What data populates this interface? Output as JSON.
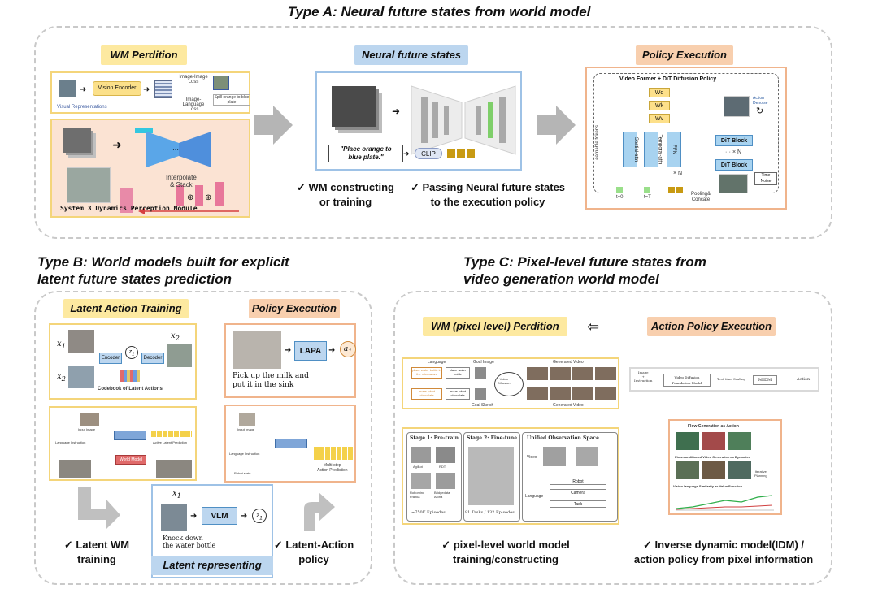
{
  "typeA": {
    "title": "Type A: Neural future states from world model",
    "wm_label": "WM Perdition",
    "nfs_label": "Neural future states",
    "policy_label": "Policy Execution",
    "vision_encoder": "Vision Encoder",
    "visual_repr": "Visual Representations",
    "image_lang_labels": [
      "Image-Image Loss",
      "Image-Language Loss",
      "Spill orange to blue plate"
    ],
    "interp_stack": "Interpolate\n& Stack",
    "system3": "System 3 Dynamics Perception Module",
    "instruction": "\"Place orange to\nblue plate.\"",
    "clip": "CLIP",
    "video_former": "Video Former + DiT Diffusion Policy",
    "learnable_tokens": "Learnable tokens",
    "wq": [
      "Wq",
      "Wk",
      "Wv"
    ],
    "spatial_attn": "Spatial-attn",
    "temporal_attn": "Temporal-attn",
    "ffn": "FFN",
    "xn": "× N",
    "dit_block": "DiT Block",
    "dots_xn": "··· × N",
    "action_denoise": "Action\nDenoise",
    "time_noise": "Time\nNoise",
    "t0": "t=0",
    "tT": "t=T",
    "pooling": "Pooling&\nConcate",
    "note1": "✓ WM constructing\nor training",
    "note2": "✓ Passing Neural future states\nto the execution policy"
  },
  "typeB": {
    "title": "Type B: World models built for explicit\nlatent future states prediction",
    "latent_label": "Latent Action Training",
    "policy_label": "Policy Execution",
    "encoder": "Encoder",
    "decoder": "Decoder",
    "codebook": "Codebook of Latent Actions",
    "x1": "x",
    "x2": "x",
    "z1": "z",
    "lapa": "LAPA",
    "a1": "a",
    "pick_text": "Pick up the milk and\nput it in the sink",
    "input_image": "Input Image",
    "world_model": "World Model",
    "latent_action_pred": "Active Latent Prediction",
    "lang_instruction": "Language Instruction",
    "multi_step": "Multi-step\nAction Prediction",
    "robot_state": "Robot state",
    "vlm": "VLM",
    "knock_text": "Knock down\nthe water bottle",
    "latent_repr": "Latent representing",
    "note1": "✓ Latent WM\ntraining",
    "note2": "✓ Latent-Action\npolicy"
  },
  "typeC": {
    "title": "Type C: Pixel-level future states from\nvideo generation world model",
    "wm_label": "WM (pixel level) Perdition",
    "policy_label": "Action Policy Execution",
    "language": "Language",
    "goal_image": "Goal Image",
    "generated_video": "Generated Video",
    "video_diffusion": "Video\nDiffusion",
    "goal_sketch": "Goal Sketch",
    "prompts": [
      "place water bottle in the microwave",
      "place water bottle",
      "move robot chocolate",
      "move robot chocolate"
    ],
    "image_instruction": "Image\n+\nInstruction",
    "vdfm": "Video Diffusion\nFoundation Model",
    "test_time": "Test-time Scaling",
    "midm": "MIDM",
    "action": "Action",
    "stage1": "Stage 1: Pre-train",
    "stage2": "Stage 2: Fine-tune",
    "unified": "Unified Observation Space",
    "datasets": [
      "AgiBot",
      "RDT",
      "Robomind Franka",
      "Bridgedata Aloha"
    ],
    "episodes1": "~750K Episodes",
    "episodes2": "81 Tasks / 132 Episodes",
    "video": "Video",
    "language2": "Language",
    "robot": "Robot",
    "camera": "Camera",
    "task": "Task",
    "flow_gen": "Flow Generation as Action",
    "flow_video": "Flow-conditioned Video Generation as Dynamics",
    "vision_lang": "Vision-language Similarity as Value Function",
    "iter_plan": "Iterative\nPlanning",
    "note1": "✓ pixel-level world model\ntraining/constructing",
    "note2": "✓ Inverse dynamic model(IDM) /\naction policy from pixel information"
  },
  "colors": {
    "yellow_label": "#fde9a0",
    "orange_label": "#f8cfae",
    "blue_label": "#bcd6ef",
    "dashed": "#c9c9c9",
    "gray_arrow": "#b5b5b5"
  }
}
